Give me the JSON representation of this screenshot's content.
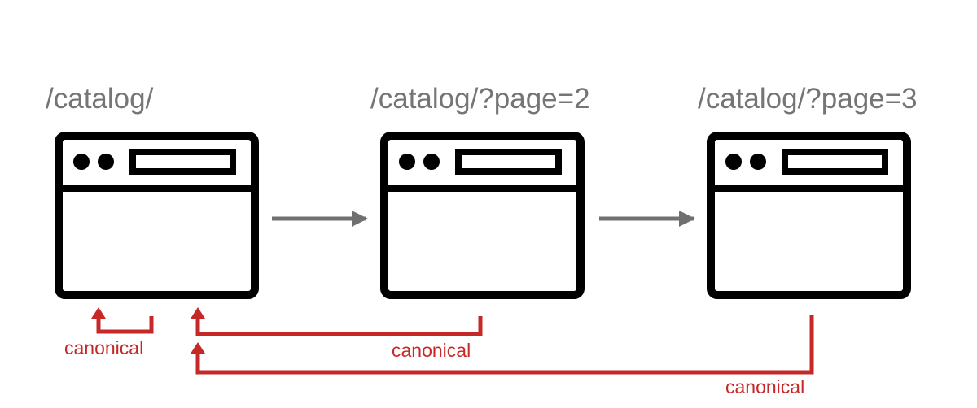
{
  "colors": {
    "window": "#000000",
    "next_arrow": "#707070",
    "canonical": "#c62828",
    "url_label": "#757575"
  },
  "pages": [
    {
      "url": "/catalog/",
      "icon": "browser-window-icon"
    },
    {
      "url": "/catalog/?page=2",
      "icon": "browser-window-icon"
    },
    {
      "url": "/catalog/?page=3",
      "icon": "browser-window-icon"
    }
  ],
  "canonical_links": [
    {
      "label": "canonical",
      "from": "/catalog/",
      "to": "/catalog/"
    },
    {
      "label": "canonical",
      "from": "/catalog/?page=2",
      "to": "/catalog/"
    },
    {
      "label": "canonical",
      "from": "/catalog/?page=3",
      "to": "/catalog/"
    }
  ]
}
